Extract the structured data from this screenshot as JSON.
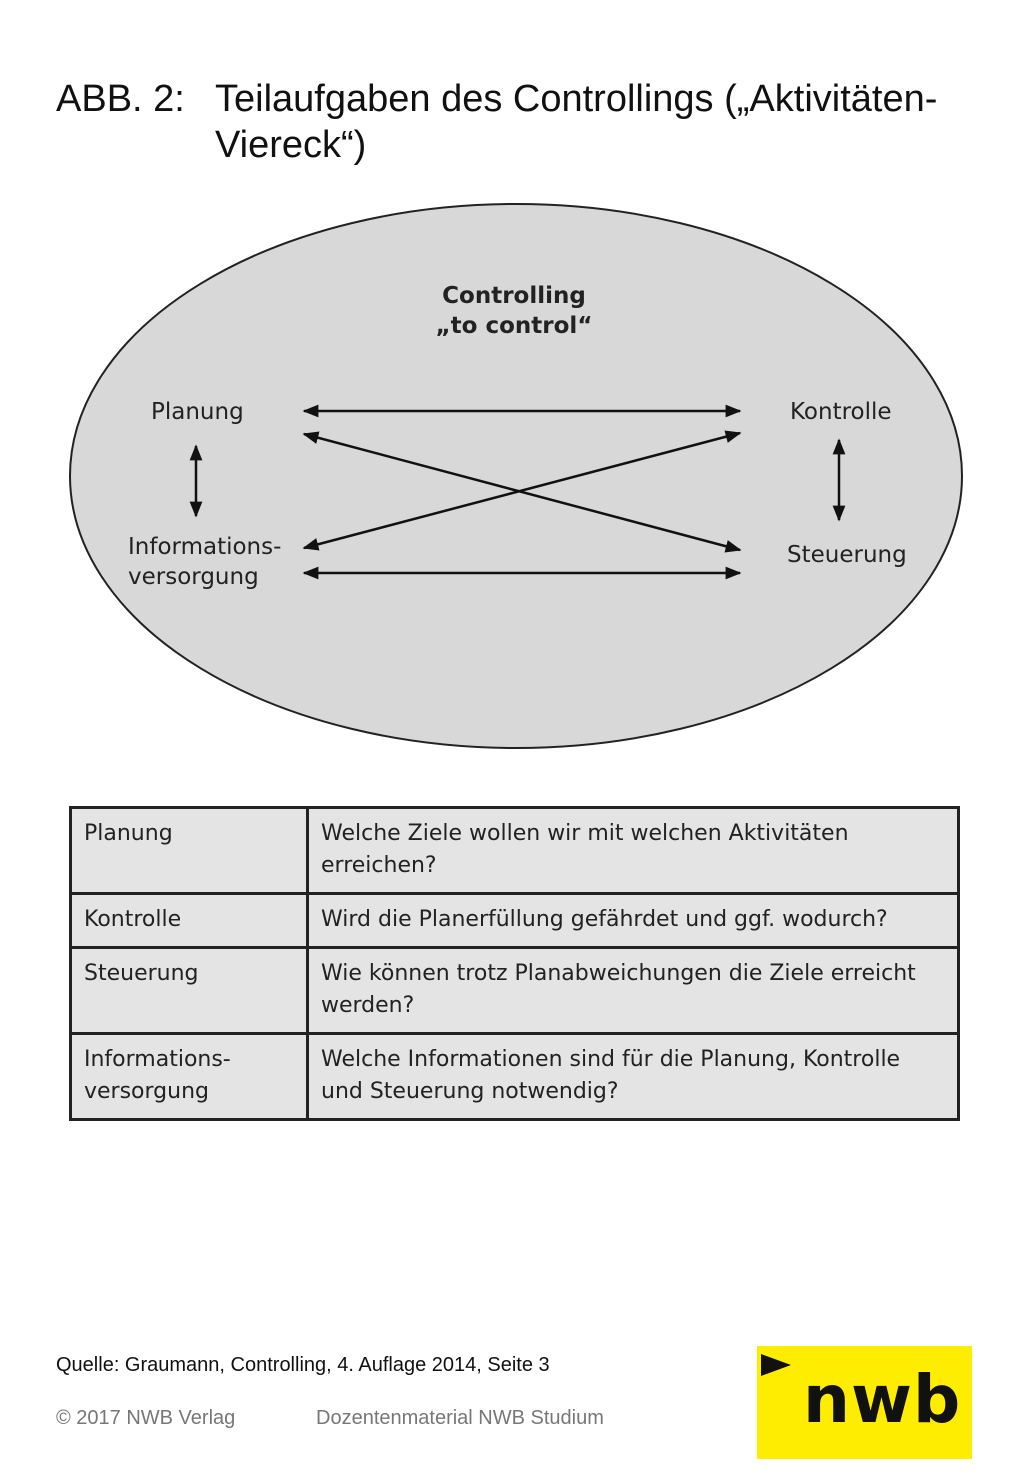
{
  "header": {
    "label": "ABB. 2:",
    "title": "Teilaufgaben des Controllings („Aktivitäten-Viereck“)"
  },
  "diagram": {
    "center_title_line1": "Controlling",
    "center_title_line2": "„to control“",
    "nodes": {
      "planung": "Planung",
      "kontrolle": "Kontrolle",
      "info_line1": "Informations-",
      "info_line2": "versorgung",
      "steuerung": "Steuerung"
    }
  },
  "table": {
    "rows": [
      {
        "term": "Planung",
        "question": "Welche Ziele wollen wir mit welchen Aktivitäten erreichen?"
      },
      {
        "term": "Kontrolle",
        "question": "Wird die Planerfüllung gefährdet und ggf. wodurch?"
      },
      {
        "term": "Steuerung",
        "question": "Wie können trotz Planabweichungen die Ziele erreicht werden?"
      },
      {
        "term": "Informations- versorgung",
        "question": "Welche Informationen sind für die Planung, Kontrolle und Steuerung notwendig?"
      }
    ]
  },
  "source": "Quelle: Graumann, Controlling, 4. Auflage 2014, Seite 3",
  "footer": {
    "copyright": "© 2017 NWB Verlag",
    "material": "Dozentenmaterial NWB Studium"
  },
  "logo": {
    "text": "nwb",
    "color": "#ffed00"
  }
}
